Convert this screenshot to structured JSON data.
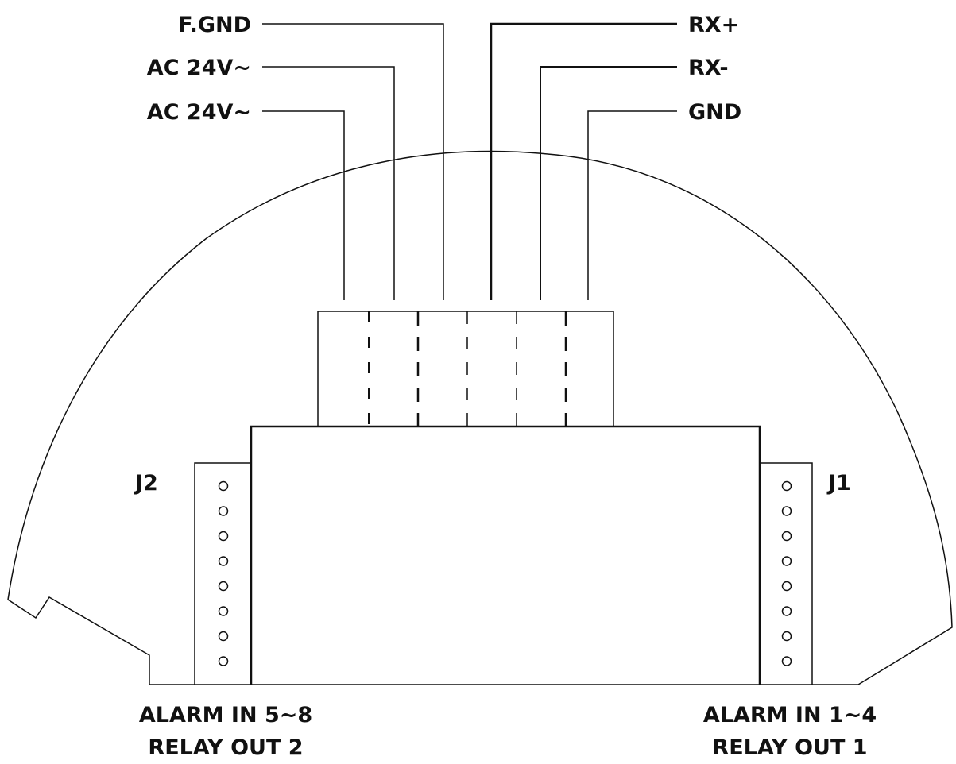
{
  "labels_left": [
    "F.GND",
    "AC 24V~",
    "AC 24V~"
  ],
  "labels_right": [
    "RX+",
    "RX-",
    "GND"
  ],
  "connectors": {
    "left": {
      "name": "J2",
      "caption_line1": "ALARM IN 5~8",
      "caption_line2": "RELAY OUT 2",
      "pin_count": 8
    },
    "right": {
      "name": "J1",
      "caption_line1": "ALARM IN 1~4",
      "caption_line2": "RELAY OUT 1",
      "pin_count": 8
    }
  },
  "colors": {
    "line": "#111111",
    "background": "#ffffff"
  }
}
